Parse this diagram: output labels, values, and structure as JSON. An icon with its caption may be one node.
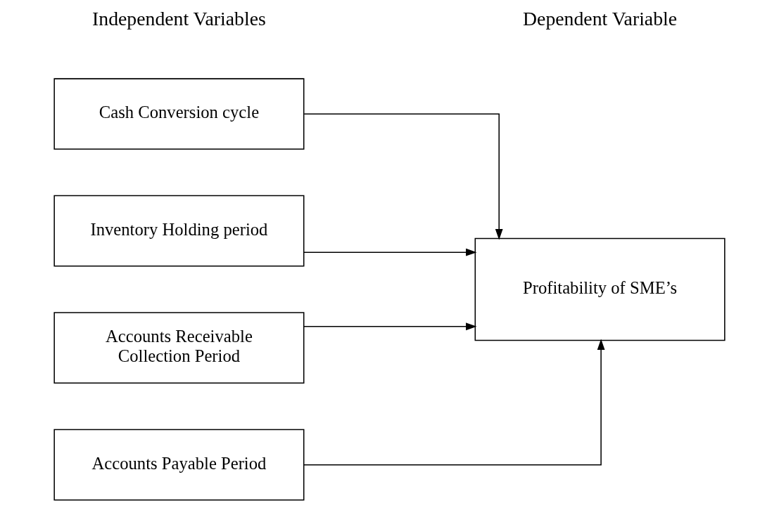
{
  "diagram": {
    "nodes": [
      {
        "text": [
          "Cash Conversion cycle"
        ]
      },
      {
        "text": [
          "Inventory Holding period"
        ]
      },
      {
        "text": [
          "Accounts Receivable Collection Period"
        ]
      },
      {
        "text": [
          "Accounts Payable Period"
        ]
      },
      {
        "text": [
          "Profitability of SME’s"
        ]
      }
    ],
    "edges": [
      {
        "from": 0,
        "to": 4,
        "arrow": "to"
      },
      {
        "from": 1,
        "to": 4,
        "arrow": "to"
      },
      {
        "from": 2,
        "to": 4,
        "arrow": "to"
      },
      {
        "from": 3,
        "to": 4,
        "arrow": "to"
      }
    ],
    "labels": [
      "Independent Variables",
      "Dependent Variable"
    ]
  }
}
